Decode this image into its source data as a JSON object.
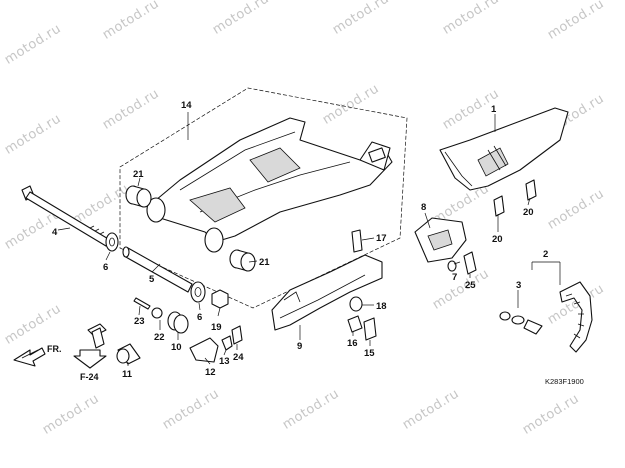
{
  "watermark": "motod.ru",
  "diagram_code": "K283F1900",
  "direction_label": "FR.",
  "reference": "F-24",
  "callouts": {
    "c1": "1",
    "c2": "2",
    "c3": "3",
    "c4": "4",
    "c5": "5",
    "c6a": "6",
    "c6b": "6",
    "c7": "7",
    "c8": "8",
    "c9": "9",
    "c10": "10",
    "c11": "11",
    "c12": "12",
    "c13": "13",
    "c14": "14",
    "c15": "15",
    "c16": "16",
    "c17": "17",
    "c18": "18",
    "c19": "19",
    "c20a": "20",
    "c20b": "20",
    "c21a": "21",
    "c21b": "21",
    "c22": "22",
    "c23": "23",
    "c24": "24",
    "c25": "25"
  }
}
